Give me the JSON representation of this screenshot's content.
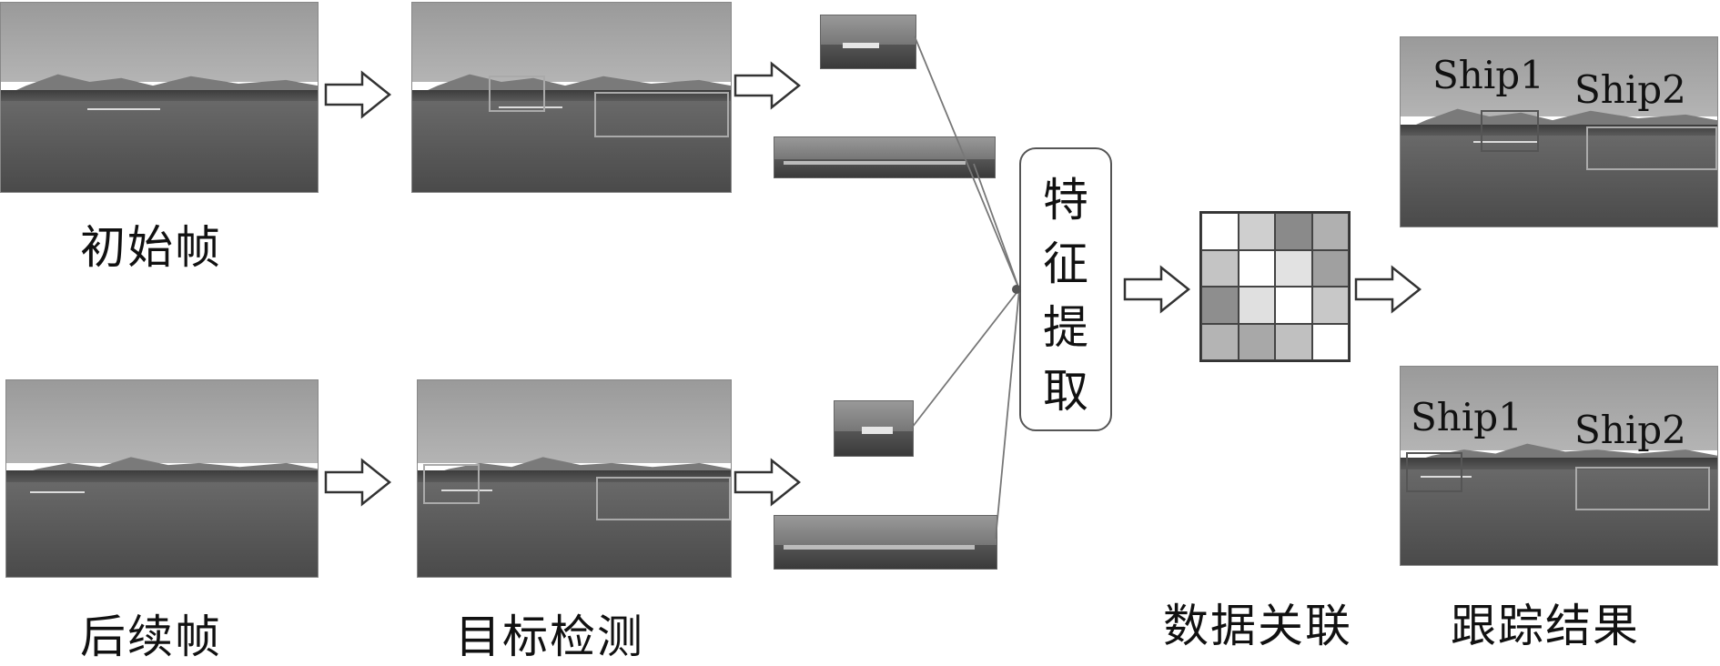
{
  "captions": {
    "initial_frame": "初始帧",
    "subsequent_frame": "后续帧",
    "detection": "目标检测",
    "association": "数据关联",
    "result": "跟踪结果"
  },
  "feature_extraction": [
    "特",
    "征",
    "提",
    "取"
  ],
  "ship_labels": {
    "result_top_1": "Ship1",
    "result_top_2": "Ship2",
    "result_bottom_1": "Ship1",
    "result_bottom_2": "Ship2"
  },
  "matrix_colors": [
    "#ffffff",
    "#cfcfcf",
    "#8a8a8a",
    "#b0b0b0",
    "#c4c4c4",
    "#ffffff",
    "#e2e2e2",
    "#a0a0a0",
    "#8e8e8e",
    "#e0e0e0",
    "#ffffff",
    "#c8c8c8",
    "#b4b4b4",
    "#a8a8a8",
    "#c0c0c0",
    "#ffffff"
  ]
}
